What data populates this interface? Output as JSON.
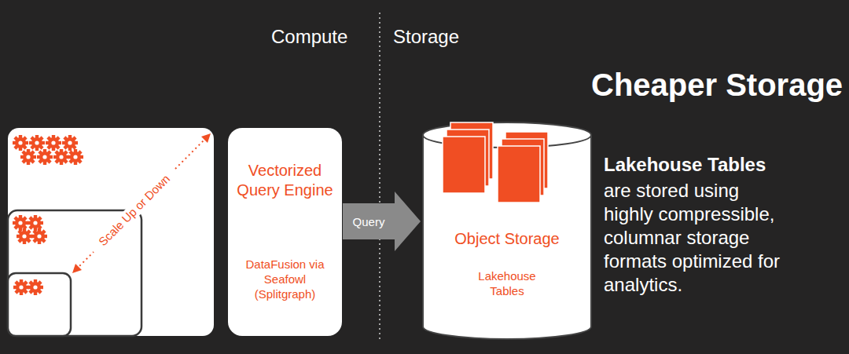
{
  "diagram": {
    "title": "Cheaper Storage",
    "nodes": [
      {
        "text": [
          "Vectorized Query Engine",
          "DataFusion via Seafowl (Splitgraph)"
        ]
      },
      {
        "text": [
          "Object Storage",
          "Lakehouse Tables"
        ]
      }
    ],
    "edges": [
      {
        "from": 0,
        "to": 1,
        "label": "Query",
        "arrow": "to"
      }
    ],
    "labels": [
      "Compute",
      "Storage",
      "Scale Up or Down",
      "Lakehouse Tables",
      "are stored using highly compressible, columnar storage formats optimized for analytics."
    ]
  }
}
